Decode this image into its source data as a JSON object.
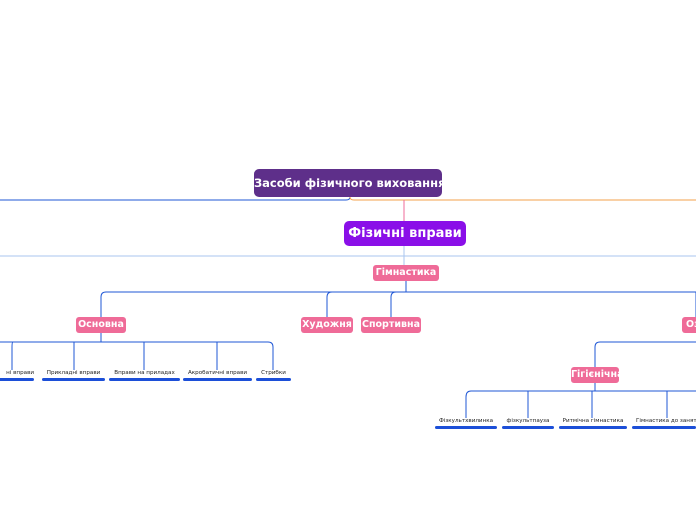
{
  "colors": {
    "root": "#5e2f8a",
    "main": "#8a0fe8",
    "pink": "#ef6b98",
    "blue_line": "#1f57d6",
    "light_blue_line": "#a8c6ef",
    "orange_line": "#f3a14b",
    "leaf_bar": "#1c4fd8"
  },
  "diagram": {
    "root": "Засоби фізичного виховання",
    "main": "Фізичні вправи",
    "branch": "Гімнастика",
    "groups": {
      "osnovna": "Основна",
      "khudozhnia": "Художня",
      "sportyvna": "Спортивна",
      "ozdorovcha_partial": "Оз",
      "hihienichna": "Гігієнічна"
    },
    "osnovna_leaves": [
      "ні вправи",
      "Прикладні вправи",
      "Вправи на приладах",
      "Акробатичні вправи",
      "Стрибки"
    ],
    "hihienichna_leaves": [
      "Фізкультхвилинка",
      "фізкультпауза",
      "Ритмічна гімнастика",
      "Гімнастика до занять"
    ]
  }
}
